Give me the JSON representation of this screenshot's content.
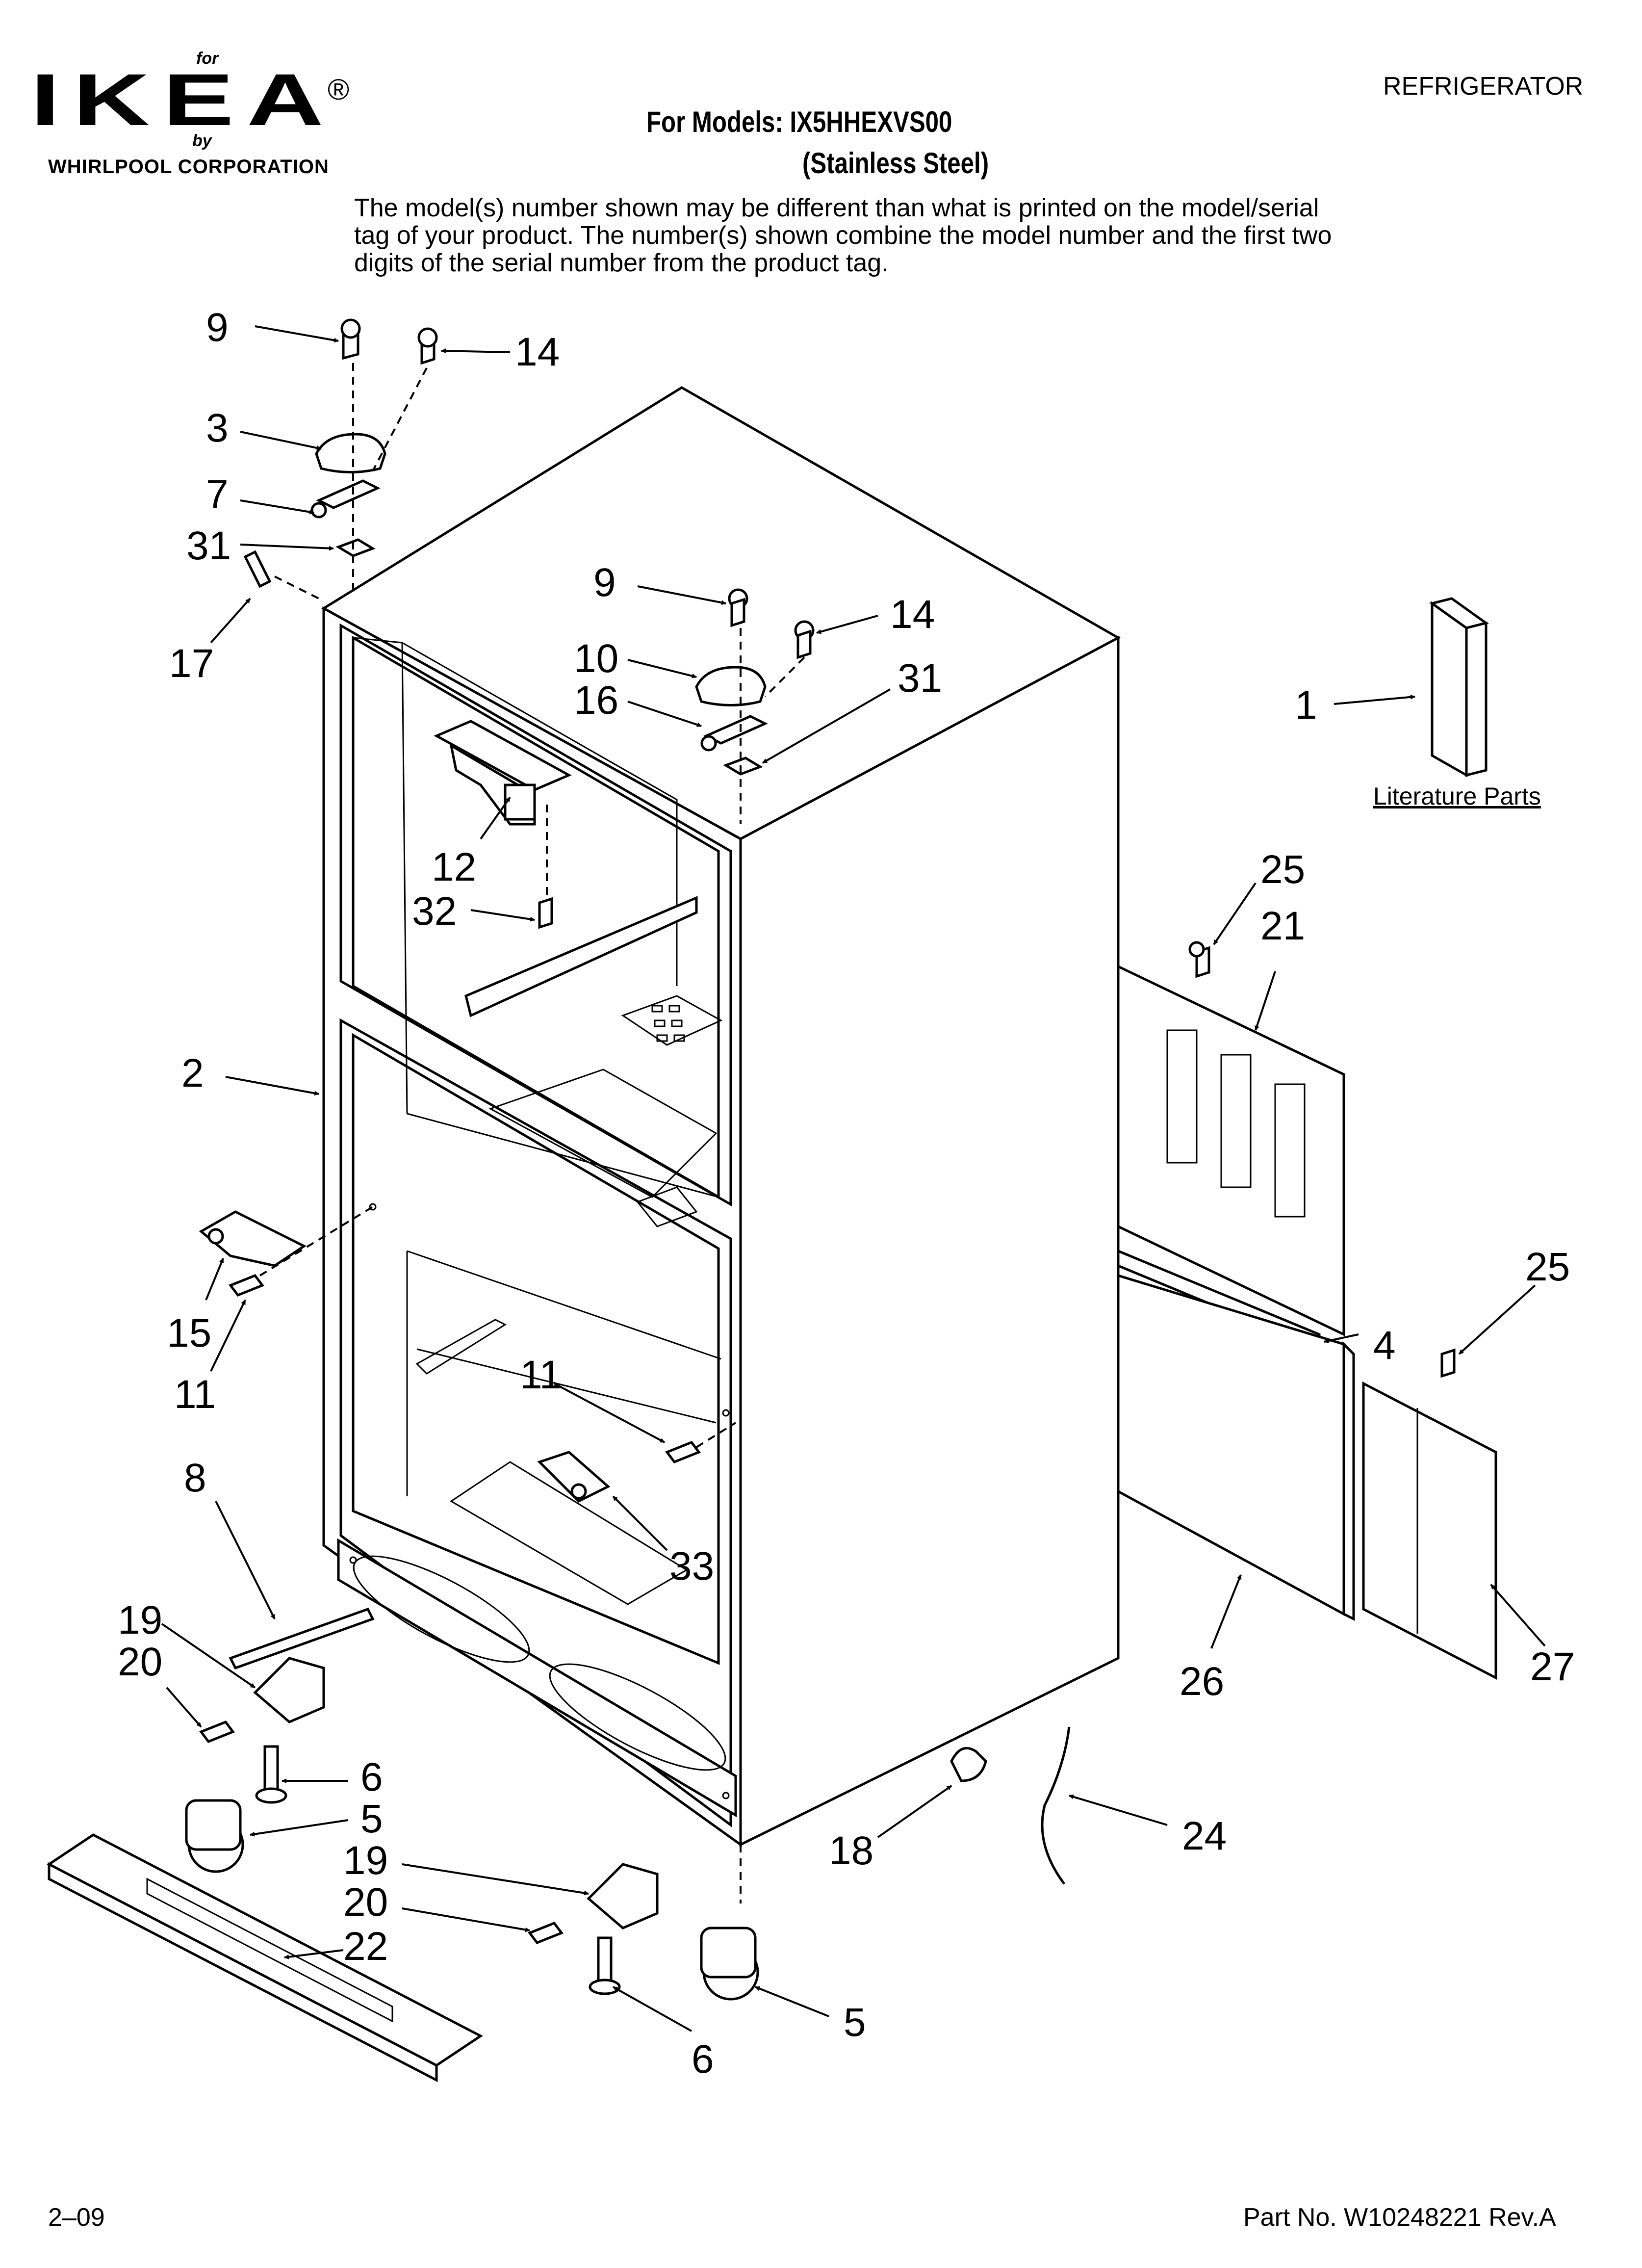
{
  "header": {
    "logo_for": "for",
    "logo_brand": "IKEA",
    "logo_registered": "®",
    "logo_by": "by",
    "logo_corporation": "WHIRLPOOL  CORPORATION",
    "models_line": "For Models: IX5HHEXVS00",
    "finish_line": "(Stainless Steel)",
    "category": "REFRIGERATOR",
    "note": "The model(s) number shown may be different than what is printed on the model/serial tag of your product. The number(s) shown combine the model number and the first two digits of the serial number from the product tag."
  },
  "diagram": {
    "literature_label": "Literature Parts",
    "callouts": {
      "c9a": "9",
      "c14a": "14",
      "c3": "3",
      "c7": "7",
      "c31a": "31",
      "c17": "17",
      "c9b": "9",
      "c14b": "14",
      "c10": "10",
      "c16": "16",
      "c31b": "31",
      "c1": "1",
      "c12": "12",
      "c32": "32",
      "c25a": "25",
      "c21": "21",
      "c2": "2",
      "c15": "15",
      "c11a": "11",
      "c11b": "11",
      "c25b": "25",
      "c4": "4",
      "c8": "8",
      "c33": "33",
      "c19a": "19",
      "c20a": "20",
      "c26": "26",
      "c27": "27",
      "c6a": "6",
      "c5a": "5",
      "c19b": "19",
      "c20b": "20",
      "c22": "22",
      "c18": "18",
      "c24": "24",
      "c5b": "5",
      "c6b": "6"
    }
  },
  "footer": {
    "date_code": "2–09",
    "part_number": "Part No. W10248221 Rev.A"
  }
}
